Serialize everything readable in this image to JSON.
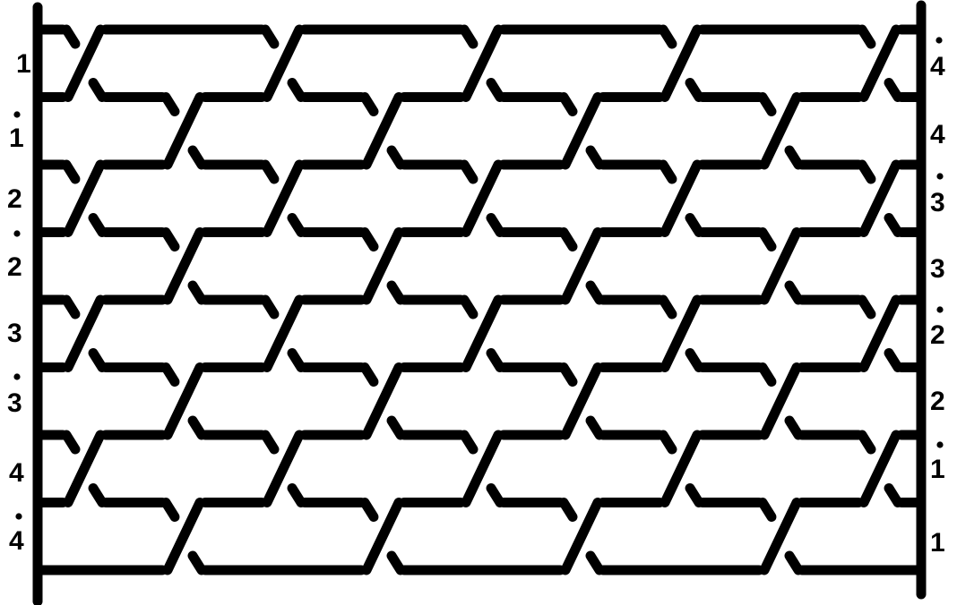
{
  "diagram": {
    "left_labels": [
      {
        "text": "1",
        "dot": false
      },
      {
        "text": "1",
        "dot": true
      },
      {
        "text": "2",
        "dot": false
      },
      {
        "text": "2",
        "dot": true
      },
      {
        "text": "3",
        "dot": false
      },
      {
        "text": "3",
        "dot": true
      },
      {
        "text": "4",
        "dot": false
      },
      {
        "text": "4",
        "dot": true
      }
    ],
    "right_labels": [
      {
        "text": "4",
        "dot": true
      },
      {
        "text": "4",
        "dot": false
      },
      {
        "text": "3",
        "dot": true
      },
      {
        "text": "3",
        "dot": false
      },
      {
        "text": "2",
        "dot": true
      },
      {
        "text": "2",
        "dot": false
      },
      {
        "text": "1",
        "dot": true
      },
      {
        "text": "1",
        "dot": false
      }
    ],
    "stroke_color": "#000000",
    "background": "#ffffff"
  }
}
